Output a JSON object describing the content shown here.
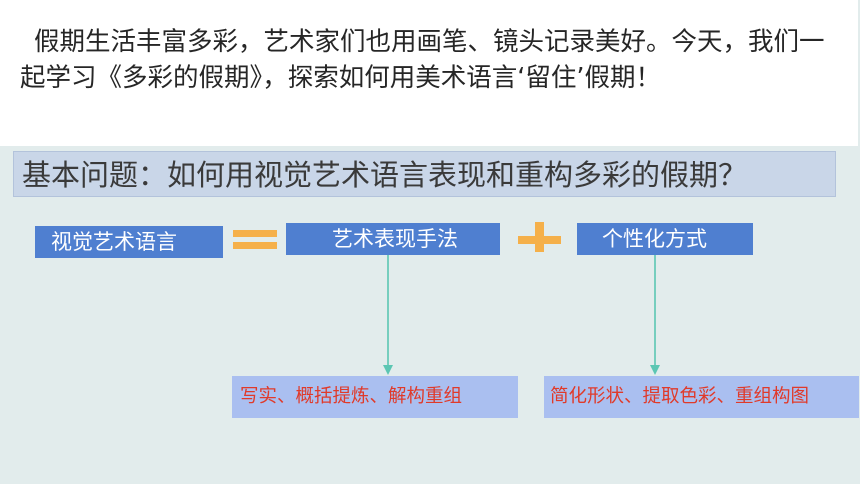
{
  "intro": {
    "text": "假期生活丰富多彩，艺术家们也用画笔、镜头记录美好。今天，我们一起学习《多彩的假期》，探索如何用美术语言‘留住’假期！"
  },
  "question": {
    "text": "基本问题：如何用视觉艺术语言表现和重构多彩的假期？"
  },
  "formula": {
    "visual_language": "视觉艺术语言",
    "techniques": "艺术表现手法",
    "personal_style": "个性化方式"
  },
  "results": {
    "techniques_detail": "写实、概括提炼、解构重组",
    "style_detail": "简化形状、提取色彩、重组构图"
  },
  "colors": {
    "box_blue": "#4f7fd0",
    "operator_orange": "#f5b04a",
    "arrow_teal": "#5cc6b3",
    "result_text_red": "#e03a2a"
  }
}
